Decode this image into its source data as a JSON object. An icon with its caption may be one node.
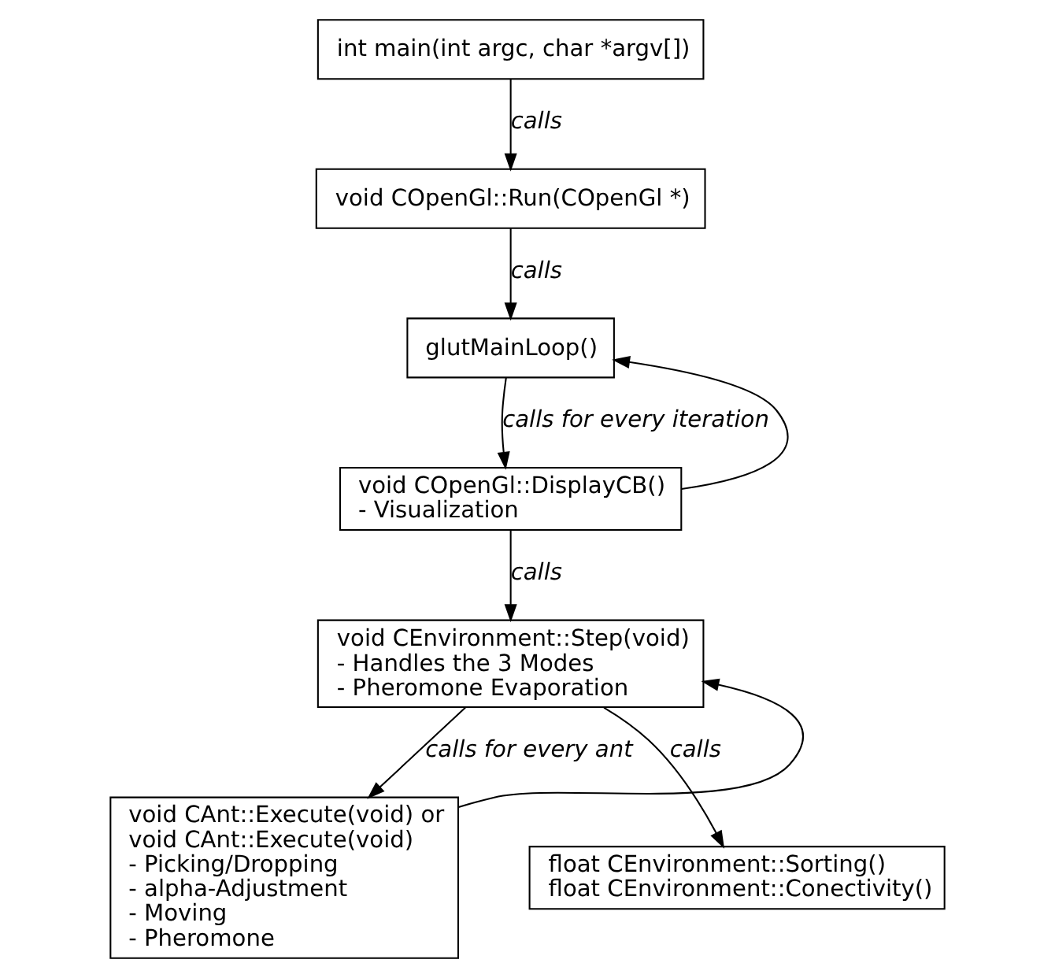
{
  "diagram": {
    "nodes": [
      {
        "text": [
          "int main(int argc, char *argv[])"
        ]
      },
      {
        "text": [
          "void COpenGl::Run(COpenGl *)"
        ]
      },
      {
        "text": [
          "glutMainLoop()"
        ]
      },
      {
        "text": [
          "void COpenGl::DisplayCB()",
          "- Visualization"
        ]
      },
      {
        "text": [
          "void CEnvironment::Step(void)",
          "- Handles the 3 Modes",
          "- Pheromone Evaporation"
        ]
      },
      {
        "text": [
          "void CAnt::Execute(void) or",
          "void CAnt::Execute(void)",
          "- Picking/Dropping",
          "- alpha-Adjustment",
          "- Moving",
          "- Pheromone"
        ]
      },
      {
        "text": [
          "float CEnvironment::Sorting()",
          "float CEnvironment::Conectivity()"
        ]
      }
    ],
    "edges": [
      {
        "from": 0,
        "to": 1,
        "arrow": "to",
        "label": "calls"
      },
      {
        "from": 1,
        "to": 2,
        "arrow": "to",
        "label": "calls"
      },
      {
        "from": 2,
        "to": 3,
        "arrow": "to",
        "label": "calls for every iteration"
      },
      {
        "from": 3,
        "to": 2,
        "arrow": "to"
      },
      {
        "from": 3,
        "to": 4,
        "arrow": "to",
        "label": "calls"
      },
      {
        "from": 4,
        "to": 5,
        "arrow": "to",
        "label": "calls for every ant"
      },
      {
        "from": 5,
        "to": 4,
        "arrow": "to"
      },
      {
        "from": 4,
        "to": 6,
        "arrow": "to",
        "label": "calls"
      }
    ]
  }
}
